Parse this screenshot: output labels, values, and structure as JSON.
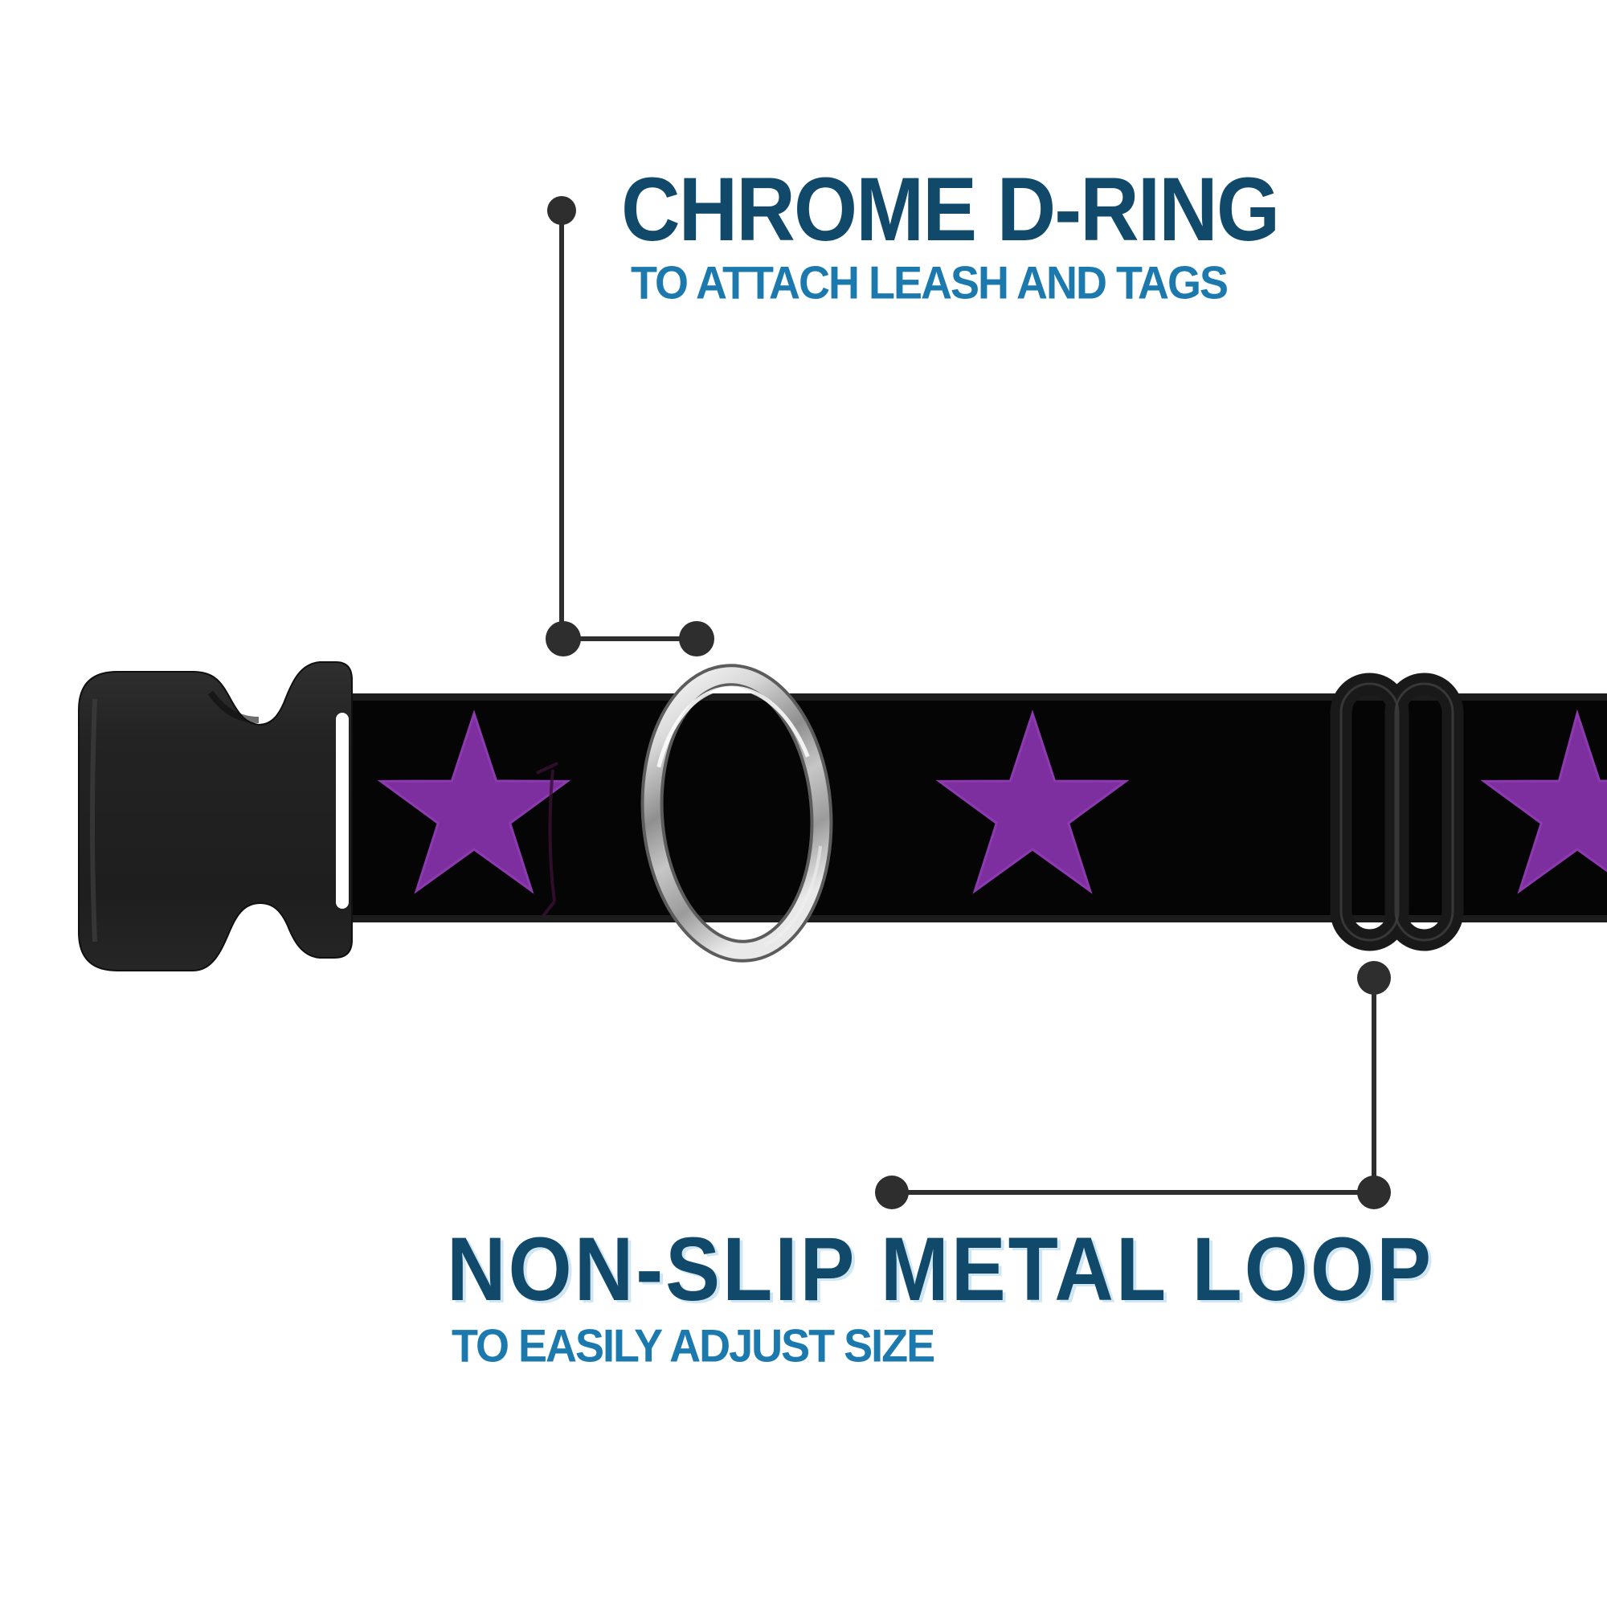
{
  "page": {
    "background": "#ffffff",
    "kind": "dog collar product callout diagram"
  },
  "colors": {
    "title_navy": "#11496b",
    "subtitle_blue": "#1b79ae",
    "callout": "#2e2e2e",
    "star_purple": "#7d2f9f",
    "star_edge": "#8d3ab0",
    "strap_black": "#050505",
    "strap_edge": "#1c1c1c",
    "buckle_dark": "#242424",
    "slider_dark": "#191919",
    "chrome_light": "#f4f4f4",
    "chrome_mid": "#a8a8a8",
    "chrome_dark": "#636363"
  },
  "callouts": {
    "d_ring": {
      "title": "CHROME D-RING",
      "subtitle": "TO ATTACH LEASH AND TAGS"
    },
    "metal_loop": {
      "title": "NON-SLIP METAL LOOP",
      "subtitle": "TO EASILY ADJUST SIZE"
    }
  },
  "product": {
    "visible_parts": [
      "plastic-side-release-buckle",
      "webbing-strap",
      "chrome-d-ring",
      "adjustment-slider"
    ],
    "pattern": "purple stars on black webbing",
    "star_count_visible": 3
  }
}
